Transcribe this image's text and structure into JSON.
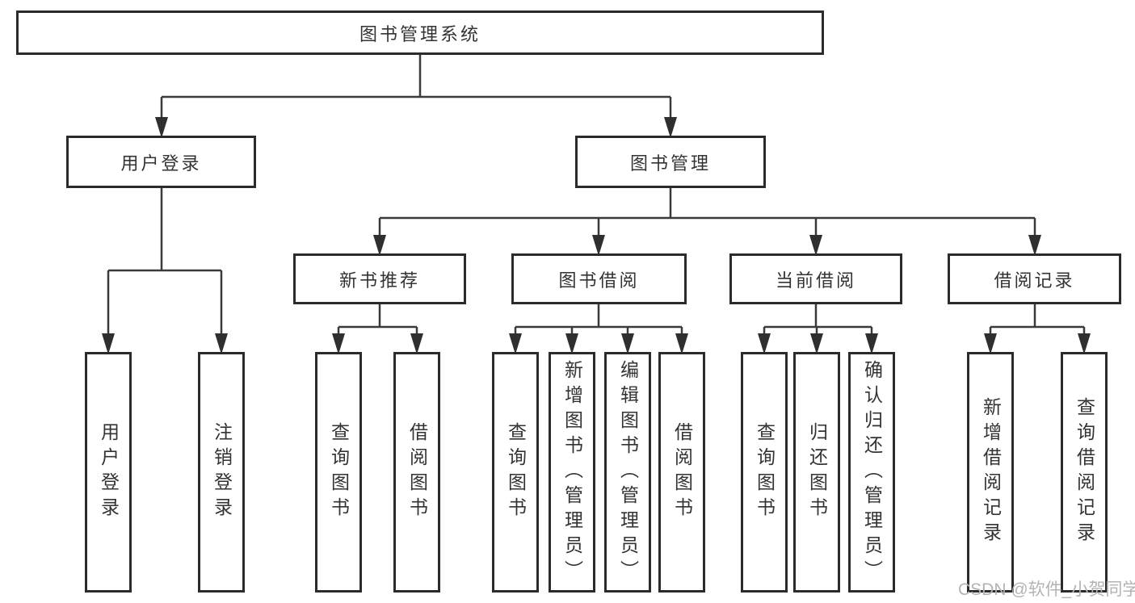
{
  "tree": {
    "root": {
      "label": "图书管理系统"
    },
    "branches": [
      {
        "label": "用户登录",
        "children": [
          {
            "label": "用户登录"
          },
          {
            "label": "注销登录"
          }
        ]
      },
      {
        "label": "图书管理",
        "children": [
          {
            "label": "新书推荐",
            "children": [
              {
                "label": "查询图书"
              },
              {
                "label": "借阅图书"
              }
            ]
          },
          {
            "label": "图书借阅",
            "children": [
              {
                "label": "查询图书"
              },
              {
                "label": "新增图书（管理员）"
              },
              {
                "label": "编辑图书（管理员）"
              },
              {
                "label": "借阅图书"
              }
            ]
          },
          {
            "label": "当前借阅",
            "children": [
              {
                "label": "查询图书"
              },
              {
                "label": "归还图书"
              },
              {
                "label": "确认归还（管理员）"
              }
            ]
          },
          {
            "label": "借阅记录",
            "children": [
              {
                "label": "新增借阅记录"
              },
              {
                "label": "查询借阅记录"
              }
            ]
          }
        ]
      }
    ]
  },
  "watermark": "CSDN @软件_小贺同学",
  "colors": {
    "line": "#3a3a3a",
    "box_border": "#2b2b2b",
    "text": "#333333",
    "watermark": "#b3b3b3",
    "background": "#ffffff"
  }
}
